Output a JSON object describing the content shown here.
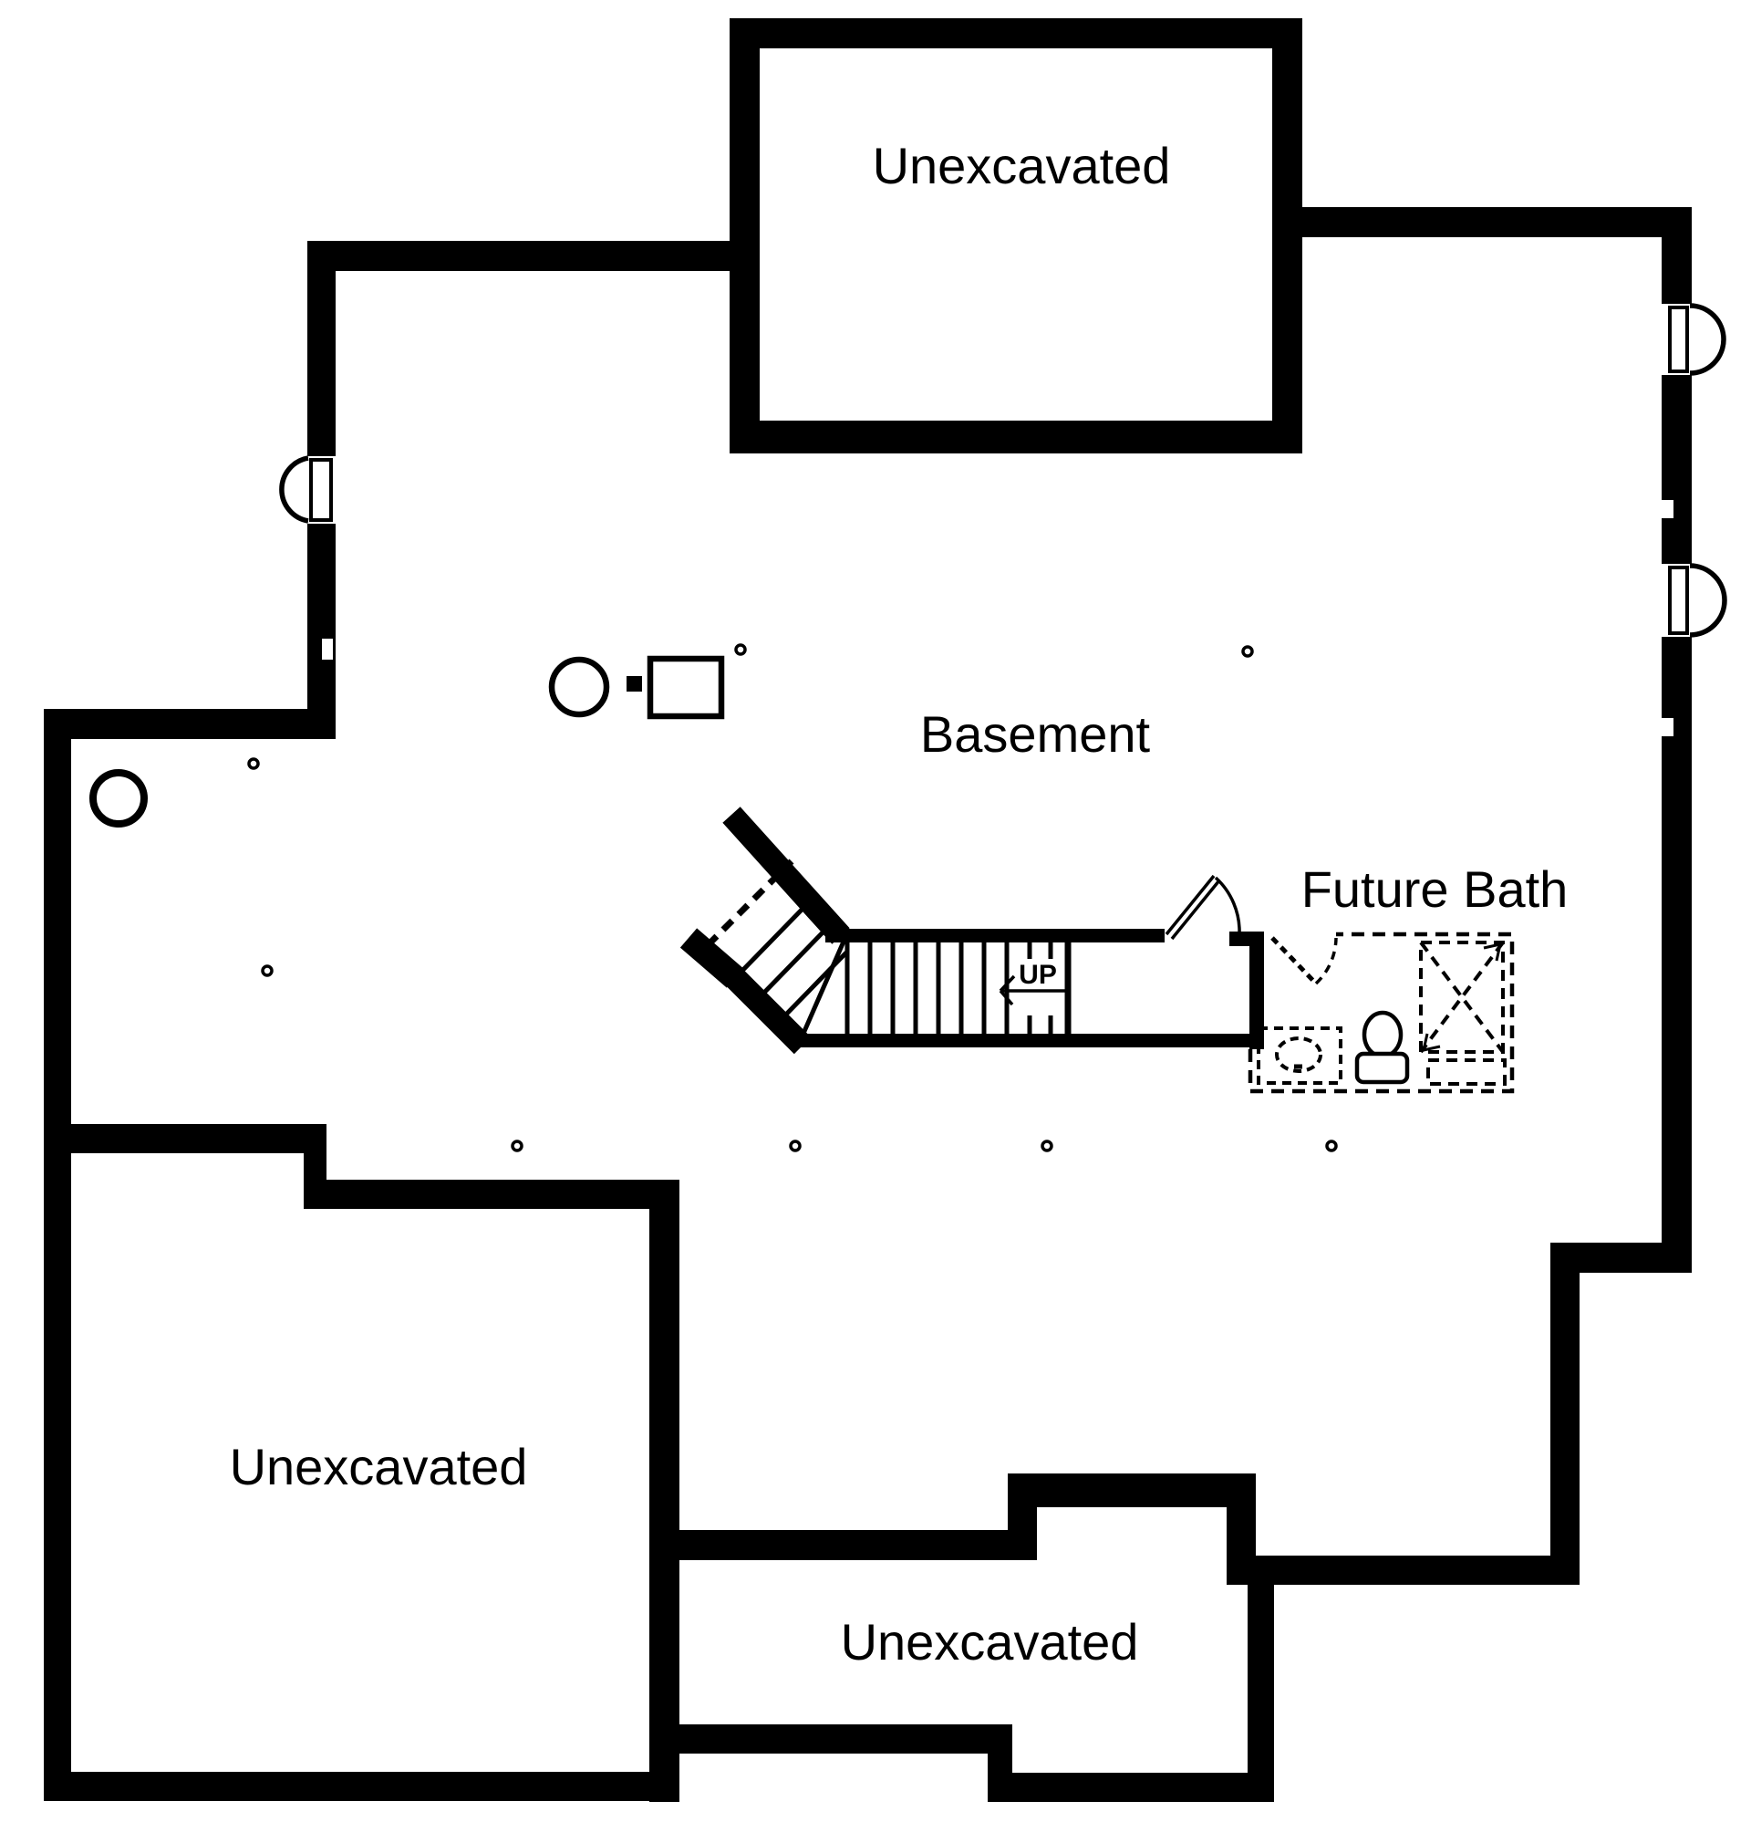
{
  "plan": {
    "labels": {
      "room_top": "Unexcavated",
      "room_bottom_left": "Unexcavated",
      "room_bottom_center": "Unexcavated",
      "basement": "Basement",
      "future_bath": "Future Bath",
      "stairs_direction": "UP"
    },
    "colors": {
      "wall": "#000000",
      "background": "#ffffff"
    },
    "fixtures": {
      "water_heater": "water-heater-circle",
      "furnace": "furnace-box",
      "support_post": "support-post",
      "support_column": "lally-column",
      "floor_drains": "floor-drain-dots",
      "toilet": "toilet",
      "vanity_sink": "vanity-with-sink",
      "shower": "shower-stall",
      "windows": "basement-windows",
      "doors": "door-swings"
    }
  }
}
